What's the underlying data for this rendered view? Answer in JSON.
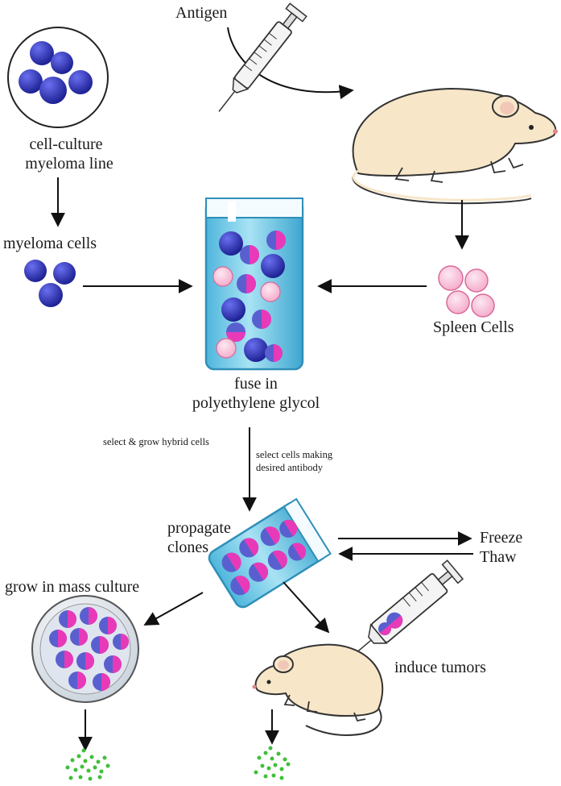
{
  "labels": {
    "antigen": "Antigen",
    "cell_culture": "cell-culture",
    "myeloma_line": "myeloma line",
    "myeloma_cells": "myeloma cells",
    "spleen_cells": "Spleen Cells",
    "fuse_in": "fuse in",
    "peg": "polyethylene glycol",
    "select_grow": "select & grow hybrid cells",
    "select_cells_1": "select cells making",
    "select_cells_2": "desired antibody",
    "propagate": "propagate",
    "clones": "clones",
    "freeze": "Freeze",
    "thaw": "Thaw",
    "grow_mass": "grow in mass culture",
    "induce_tumors": "induce tumors"
  },
  "colors": {
    "myeloma_blue": "#2a2fa8",
    "spleen_pink": "#f7c2d8",
    "hybrid_magenta": "#e83ab8",
    "hybrid_blue": "#5a5fd0",
    "tube_fluid": "#6fc9e6",
    "mouse_body": "#f7e6c8",
    "antibody_green": "#3fbf3a"
  }
}
